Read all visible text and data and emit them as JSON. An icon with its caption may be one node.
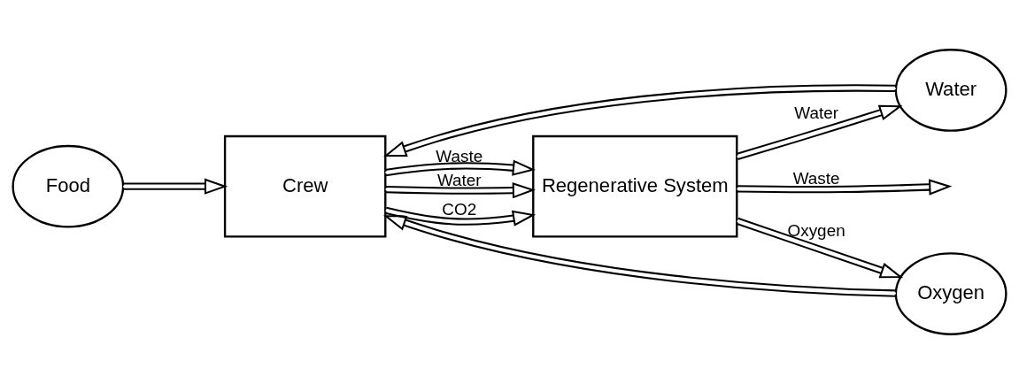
{
  "diagram": {
    "nodes": [
      {
        "text": [
          "Food"
        ]
      },
      {
        "text": [
          "Water"
        ]
      },
      {
        "text": [
          "Oxygen"
        ]
      },
      {
        "text": [
          "Crew"
        ]
      },
      {
        "text": [
          "Regenerative System"
        ]
      }
    ],
    "edges": [
      {
        "from": 0,
        "to": 3,
        "arrow": "to"
      },
      {
        "from": 1,
        "to": 3,
        "arrow": "to"
      },
      {
        "from": 2,
        "to": 3,
        "arrow": "to"
      },
      {
        "from": 3,
        "to": 4,
        "arrow": "to",
        "label": "Waste"
      },
      {
        "from": 3,
        "to": 4,
        "arrow": "to",
        "label": "Water"
      },
      {
        "from": 3,
        "to": 4,
        "arrow": "to",
        "label": "CO2"
      },
      {
        "from": 4,
        "to": 2,
        "arrow": "to",
        "label": "Oxygen"
      },
      {
        "from": 4,
        "to": 1,
        "arrow": "to",
        "label": "Water"
      },
      {
        "from": 4,
        "to": null,
        "arrow": "to",
        "label": "Waste"
      }
    ]
  }
}
